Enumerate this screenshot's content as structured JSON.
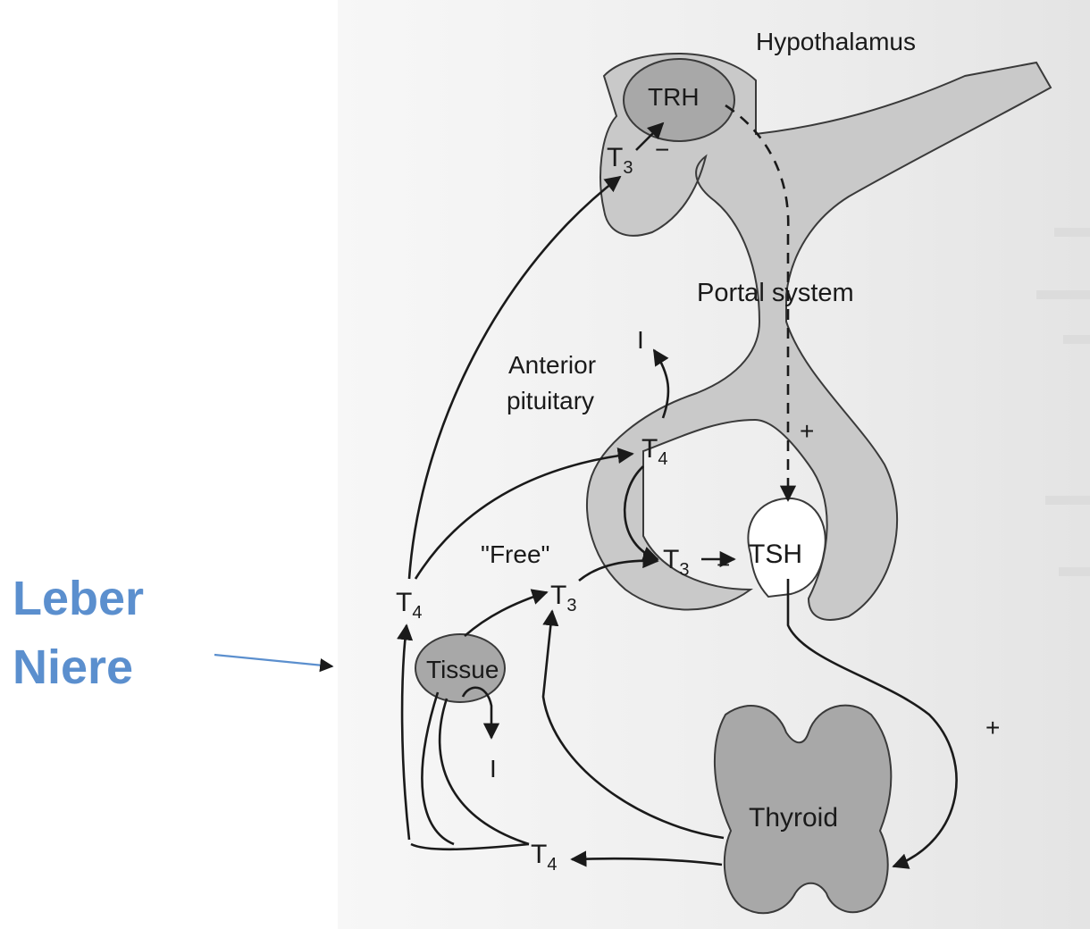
{
  "annotation": {
    "line1": "Leber",
    "line2": "Niere",
    "color": "#5b8fce"
  },
  "labels": {
    "hypothalamus": "Hypothalamus",
    "trh": "TRH",
    "portal_system": "Portal system",
    "anterior_pituitary_1": "Anterior",
    "anterior_pituitary_2": "pituitary",
    "tsh": "TSH",
    "free": "\"Free\"",
    "tissue": "Tissue",
    "thyroid": "Thyroid",
    "iodide": "I",
    "t3": {
      "base": "T",
      "sub": "3"
    },
    "t4": {
      "base": "T",
      "sub": "4"
    },
    "plus": "+",
    "minus": "−"
  },
  "colors": {
    "organ_fill": "#c9c9c9",
    "gland_fill": "#a8a8a8",
    "line": "#1a1a1a",
    "paper": "#eeeeee"
  }
}
